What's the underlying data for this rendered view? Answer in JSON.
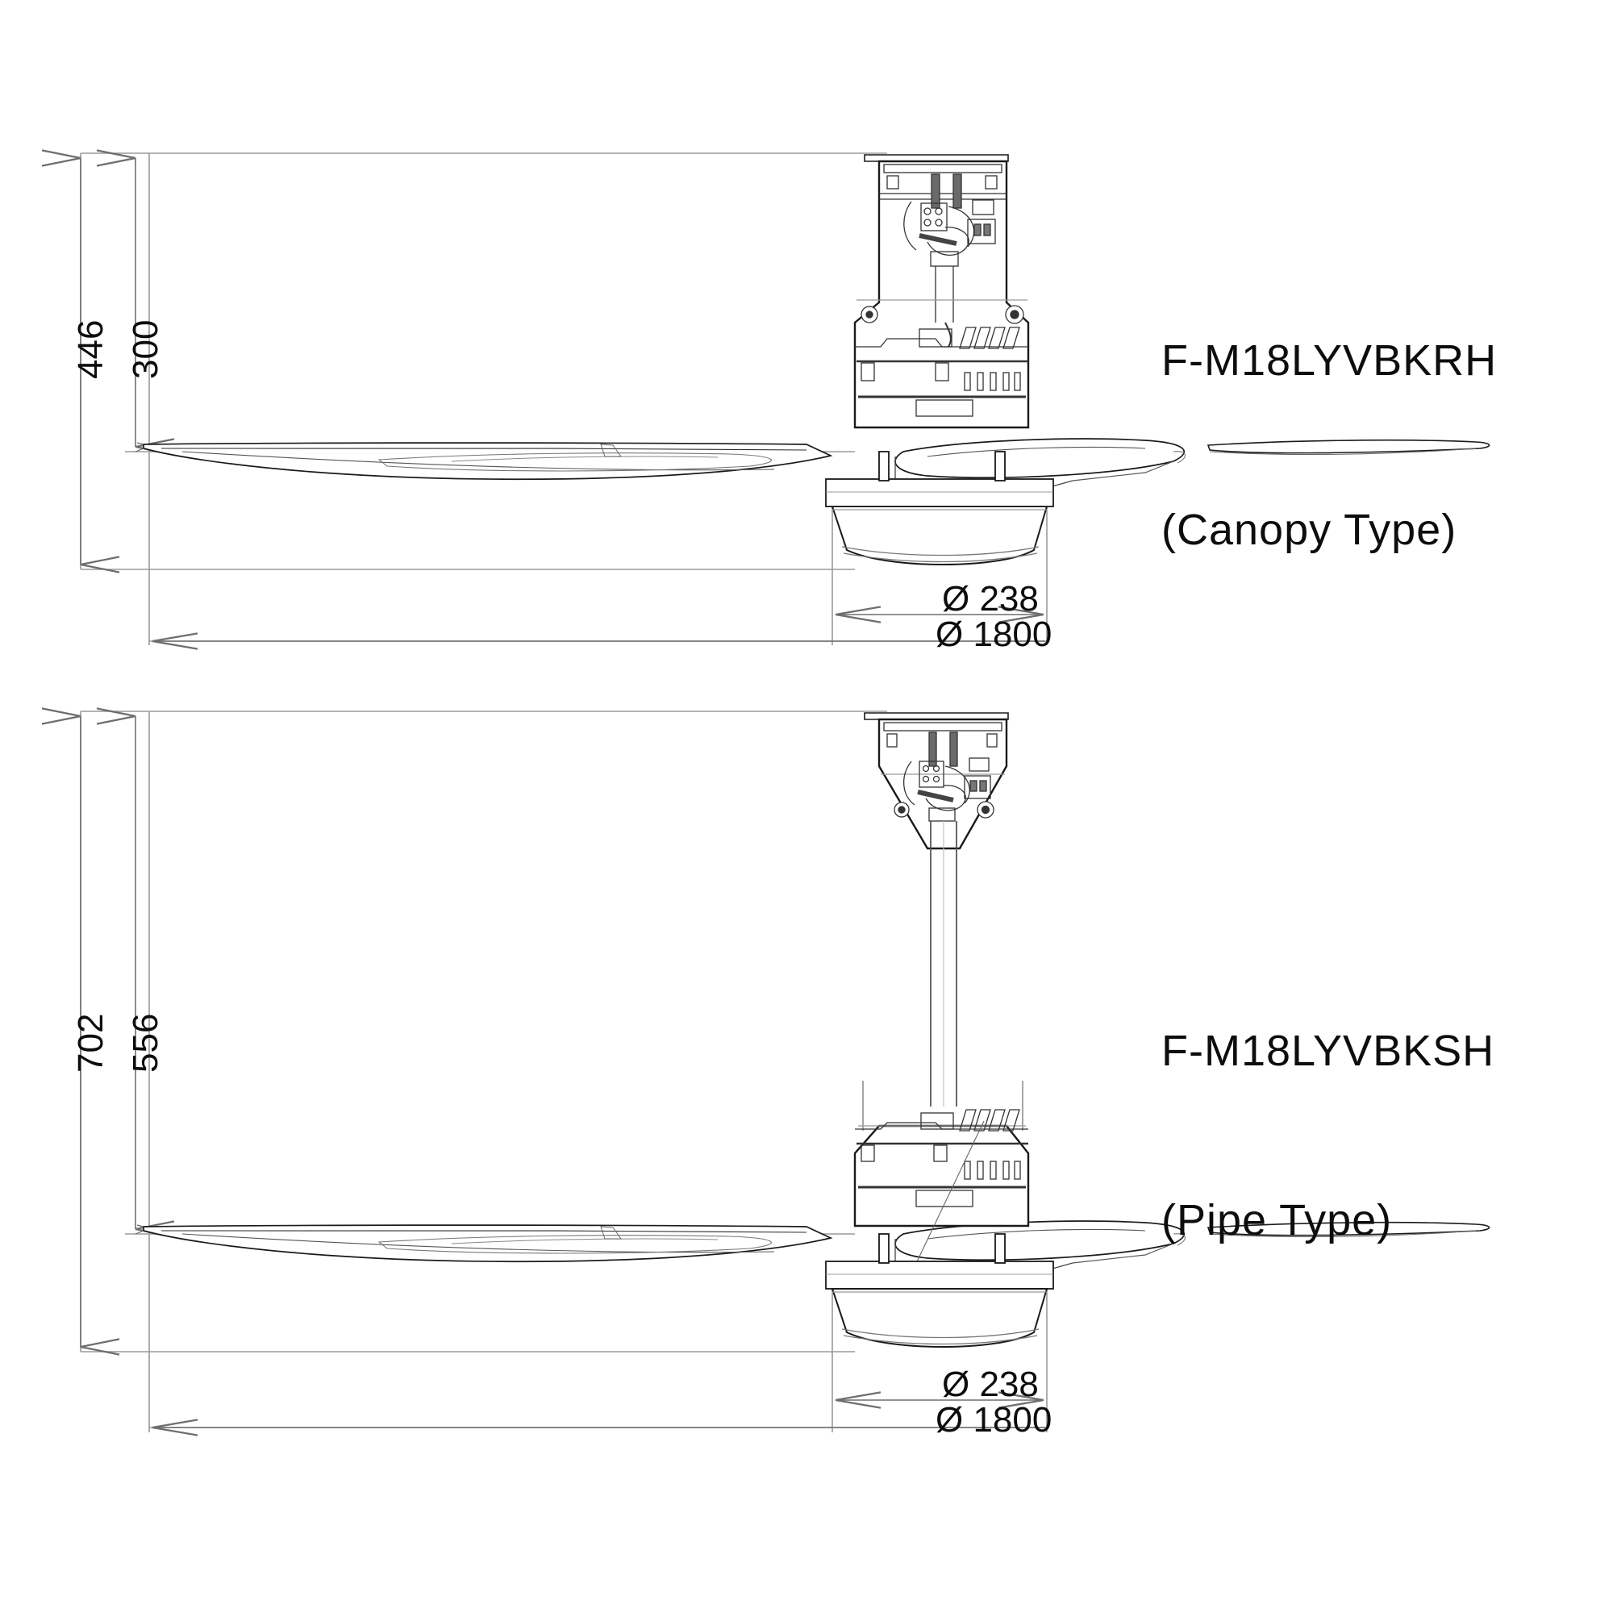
{
  "document": {
    "type": "technical-dimension-drawing",
    "background": "#ffffff",
    "line_color": "#1a1a1a",
    "thin_line_color": "#8a8a8a",
    "text_color": "#0d0d0d"
  },
  "views": [
    {
      "id": "canopy-type",
      "model_name": "F-M18LYVBKRH",
      "model_subtitle": "(Canopy Type)",
      "dimensions": {
        "overall_height": "446",
        "body_height": "300",
        "hub_diameter": "Ø 238",
        "blade_span": "Ø 1800"
      }
    },
    {
      "id": "pipe-type",
      "model_name": "F-M18LYVBKSH",
      "model_subtitle": "(Pipe Type)",
      "dimensions": {
        "overall_height": "702",
        "body_height": "556",
        "hub_diameter": "Ø 238",
        "blade_span": "Ø 1800"
      }
    }
  ],
  "icons": {
    "diameter_symbol": "Ø",
    "arrow_style": "thin-open-arrow"
  }
}
